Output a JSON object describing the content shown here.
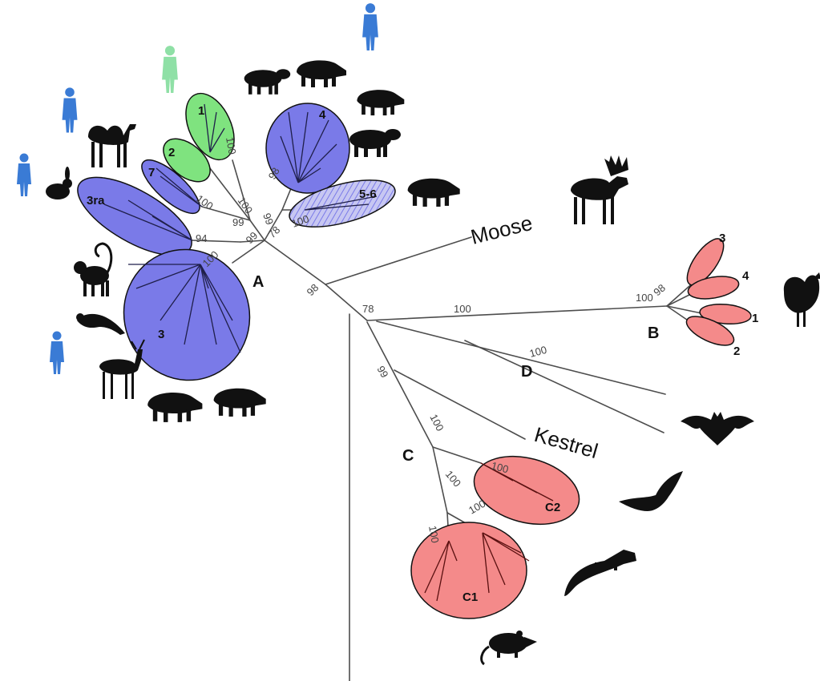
{
  "clades": {
    "a": "A",
    "b": "B",
    "c": "C",
    "d": "D"
  },
  "taxa": {
    "moose": "Moose",
    "kestrel": "Kestrel"
  },
  "groups": {
    "g1": "1",
    "g2": "2",
    "g7": "7",
    "g3ra": "3ra",
    "g3": "3",
    "g4": "4",
    "g56": "5-6",
    "b3": "3",
    "b4": "4",
    "b1": "1",
    "b2": "2",
    "c1": "C1",
    "c2": "C2"
  },
  "bootstrap": {
    "b_100_g1": "100",
    "b_100_g7": "100",
    "b_100_a1": "100",
    "b_99_a1": "99",
    "b_94": "94",
    "b_98_g4": "98",
    "b_100_g56": "100",
    "b_78_a": "78",
    "b_99_a2": "99",
    "b_99_a3": "99",
    "b_100_a2": "100",
    "b_98_moose": "98",
    "b_78_main": "78",
    "b_100_bd": "100",
    "b_100_b": "100",
    "b_98_b": "98",
    "b_100_d": "100",
    "b_99_c": "99",
    "b_100_c1": "100",
    "b_100_c2": "100",
    "b_100_c3": "100",
    "b_100_c4": "100",
    "b_100_c5": "100"
  },
  "colors": {
    "blue_group": "#7a7ae8",
    "green_group": "#7fe37f",
    "red_group": "#f48a8a",
    "human_blue": "#3a7bd5",
    "human_green": "#8fe0a6"
  },
  "icons": [
    "human-icon",
    "camel-icon",
    "rabbit-icon",
    "sheep-icon",
    "wild-boar-icon",
    "pig-icon",
    "cattle-icon",
    "moose-icon",
    "chicken-icon",
    "bat-icon",
    "eagle-icon",
    "ferret-icon",
    "rat-icon",
    "monkey-icon",
    "mongoose-icon",
    "deer-icon"
  ]
}
